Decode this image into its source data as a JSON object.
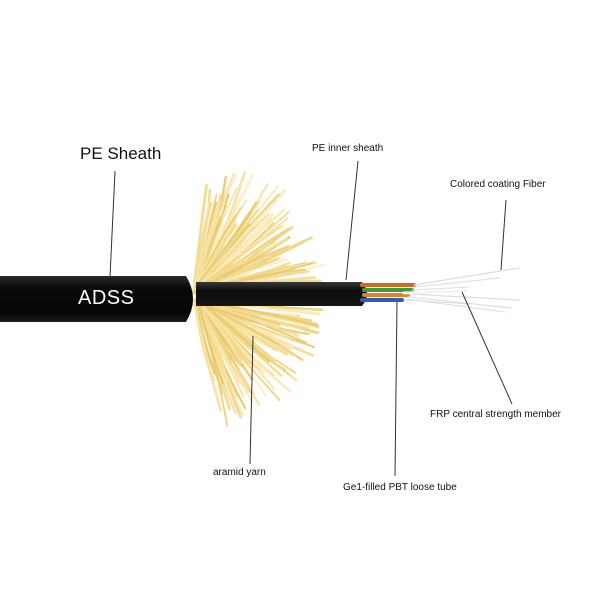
{
  "cable": {
    "print": "ADSS",
    "sheath_color": "#0b0b0b",
    "aramid_color": "#f2d98c",
    "fiber_color": "#dcdcdc"
  },
  "labels": {
    "pe_sheath": "PE Sheath",
    "pe_inner_sheath": "PE inner sheath",
    "colored_coating_fiber": "Colored coating Fiber",
    "frp_member": "FRP central strength member",
    "aramid_yarn": "aramid yarn",
    "loose_tube": "Ge1-filled PBT loose tube"
  },
  "tube_colors": [
    "#d2691e",
    "#3c9a3c",
    "#e67e22",
    "#2f5fb3"
  ],
  "leader_color": "#333333"
}
